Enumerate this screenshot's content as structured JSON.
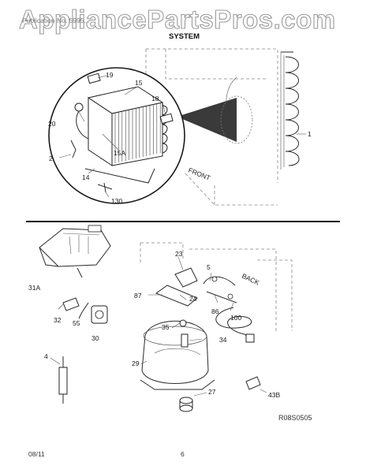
{
  "watermark": "AppliancePartsPros.com",
  "header": {
    "text": "Publication No. 5995...",
    "section_title": "SYSTEM"
  },
  "callouts": {
    "c1": "1",
    "c2": "2",
    "c4": "4",
    "c5": "5",
    "c14": "14",
    "c15": "15",
    "c15a": "15A",
    "c18": "18",
    "c19": "19",
    "c20": "20",
    "c23": "23",
    "c24": "24",
    "c27": "27",
    "c29": "29",
    "c30": "30",
    "c31a": "31A",
    "c32": "32",
    "c34": "34",
    "c35": "35",
    "c43b": "43B",
    "c55": "55",
    "c86": "86",
    "c87": "87",
    "c100": "100",
    "c130": "130"
  },
  "cabinet_text": {
    "front": "FRONT",
    "back": "BACK"
  },
  "drawing_code": "R08S0505",
  "footer": {
    "date": "08/11",
    "page": "6"
  }
}
